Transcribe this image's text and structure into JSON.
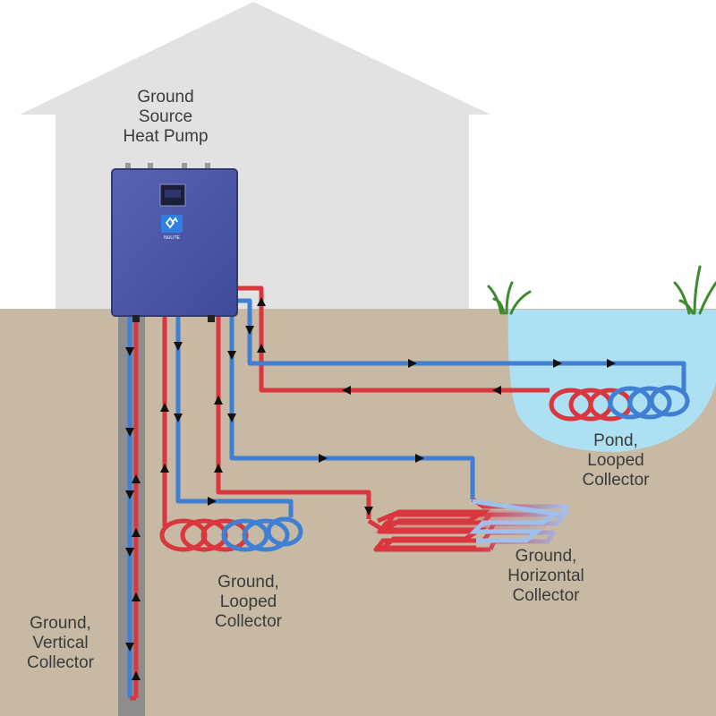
{
  "labels": {
    "pump": [
      "Ground",
      "Source",
      "Heat Pump"
    ],
    "pond": [
      "Pond,",
      "Looped",
      "Collector"
    ],
    "horizontal": [
      "Ground,",
      "Horizontal",
      "Collector"
    ],
    "looped": [
      "Ground,",
      "Looped",
      "Collector"
    ],
    "vertical": [
      "Ground,",
      "Vertical",
      "Collector"
    ]
  },
  "unit": {
    "logo_text": "NULITE"
  },
  "colors": {
    "ground": "#c7b9a3",
    "house": "#e2e2e2",
    "pond": "#aee0f3",
    "unit": "#4a57a8",
    "hot_pipe": "#d9363e",
    "cold_pipe": "#3f7fd4",
    "arrow": "#111111"
  },
  "icons": [
    "heat-pump-unit",
    "grass-tuft-icon",
    "flow-arrow-icon"
  ]
}
